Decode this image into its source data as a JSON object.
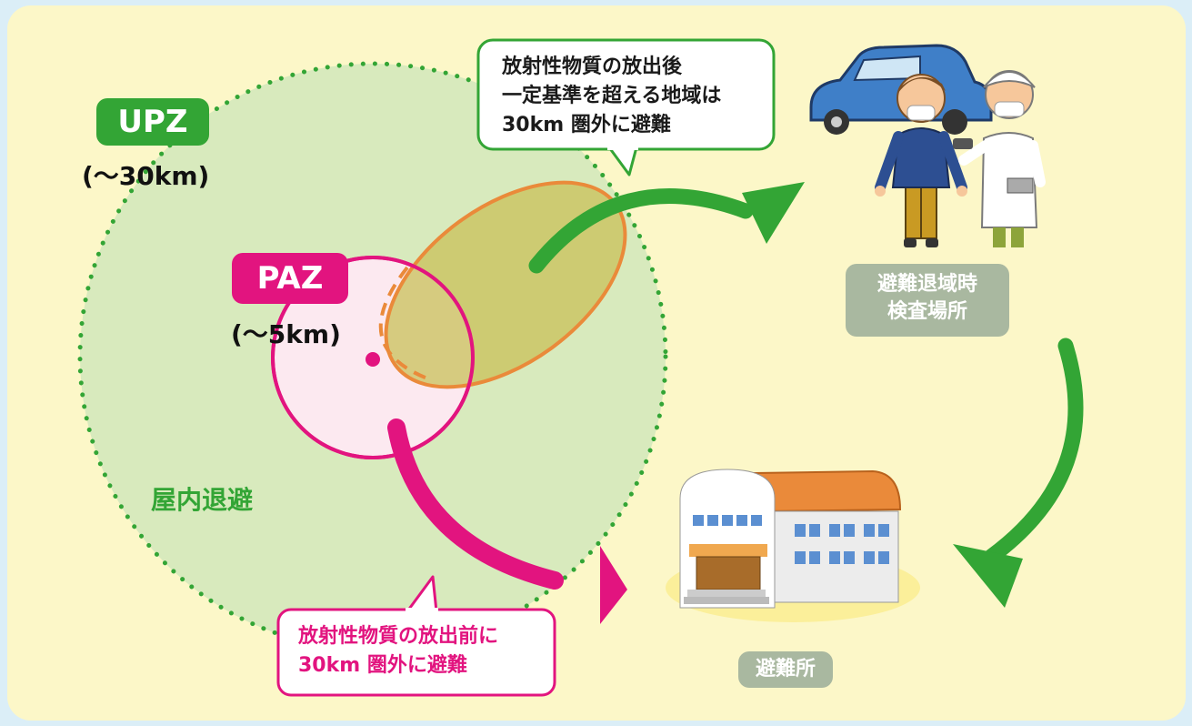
{
  "zones": {
    "upz": {
      "name": "UPZ",
      "range": "(〜30km)",
      "action": "屋内退避"
    },
    "paz": {
      "name": "PAZ",
      "range": "(〜5km)"
    }
  },
  "callouts": {
    "upz_after_release": [
      "放射性物質の放出後",
      "一定基準を超える地域は",
      "30km 圏外に避難"
    ],
    "paz_before_release": [
      "放射性物質の放出前に",
      "30km 圏外に避難"
    ]
  },
  "places": {
    "inspection_site": [
      "避難退域時",
      "検査場所"
    ],
    "shelter": "避難所"
  },
  "colors": {
    "green": "#33a535",
    "pink": "#e2147f",
    "orange": "#ea8a3a",
    "background": "#fcf7c8",
    "upz_fill": "#d8eabd",
    "paz_fill": "#fce9f0"
  }
}
